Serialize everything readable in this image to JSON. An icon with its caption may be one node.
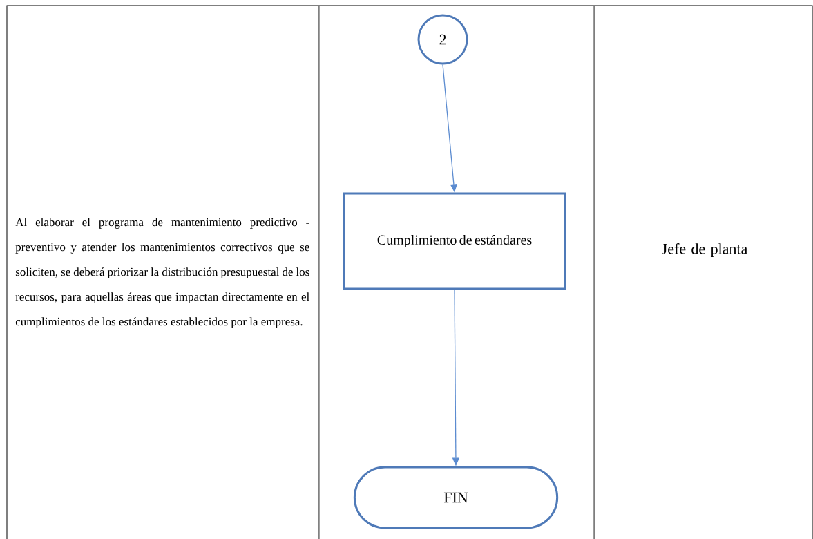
{
  "diagram": {
    "nodes": [
      {
        "text": [
          "2"
        ]
      },
      {
        "text": [
          "Cumplimiento de estándares"
        ]
      },
      {
        "text": [
          "FIN"
        ]
      }
    ],
    "edges": [
      {
        "from": 0,
        "to": 1,
        "arrow": "to"
      },
      {
        "from": 1,
        "to": 2,
        "arrow": "to"
      }
    ],
    "labels": [
      "Al elaborar el programa de mantenimiento predictivo - preventivo y atender los mantenimientos correctivos que se soliciten, se deberá priorizar la distribución presupuestal de los recursos, para aquellas áreas que impactan directamente en el cumplimientos de los estándares establecidos por la empresa.",
      "Jefe de planta"
    ]
  }
}
